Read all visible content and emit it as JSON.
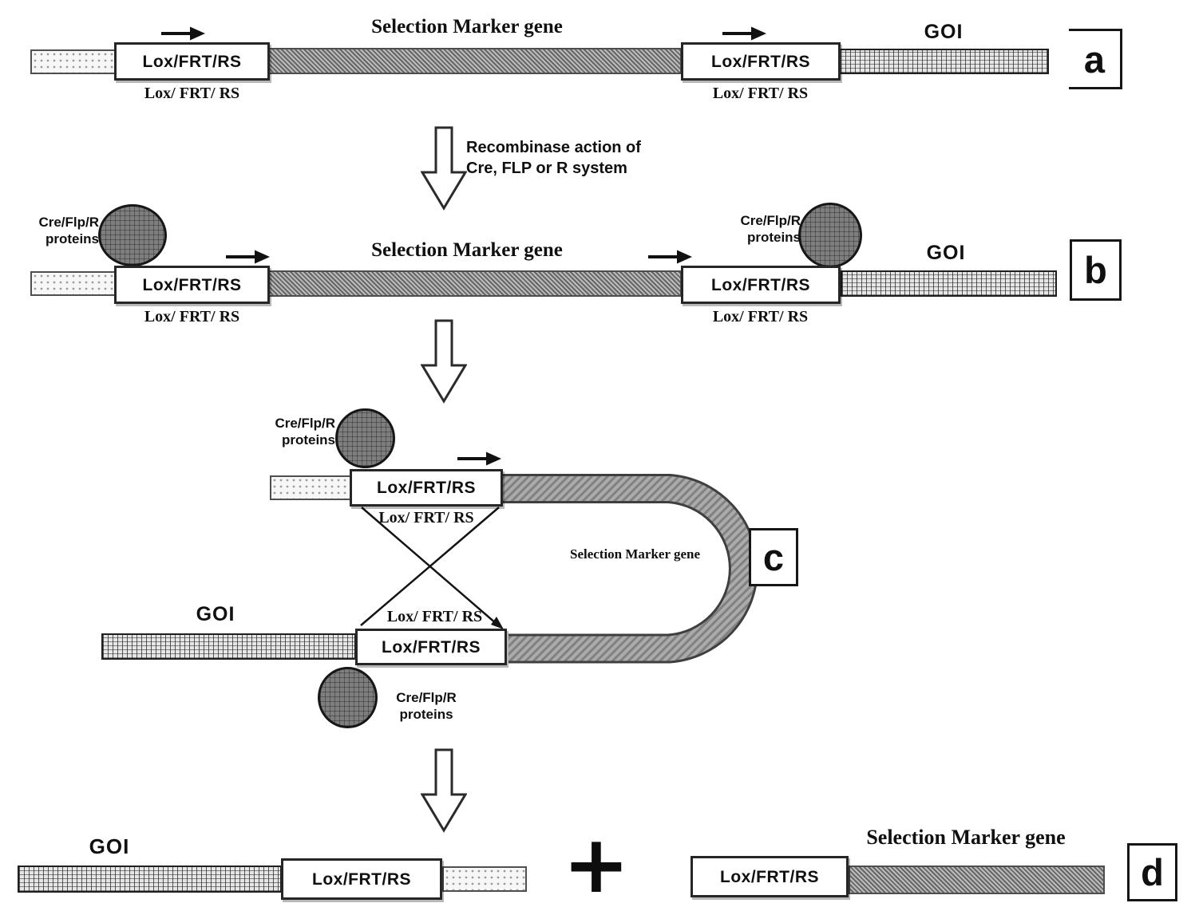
{
  "labels": {
    "site_box": "Lox/FRT/RS",
    "site_serif": "Lox/ FRT/ RS",
    "marker_gene": "Selection Marker gene",
    "goi": "GOI",
    "proteins_line1": "Cre/Flp/R",
    "proteins_line2": "proteins",
    "recombinase_line1": "Recombinase action of",
    "recombinase_line2": "Cre, FLP or R system",
    "plus": "+"
  },
  "panel_letters": {
    "a": "a",
    "b": "b",
    "c": "c",
    "d": "d"
  },
  "colors": {
    "ink": "#151515",
    "marker-bar": "#989898",
    "goi-bar": "#e6e6e6",
    "dotted-bar": "#f7f7f7",
    "protein-circle": "#7e7e7e",
    "background": "#ffffff"
  }
}
